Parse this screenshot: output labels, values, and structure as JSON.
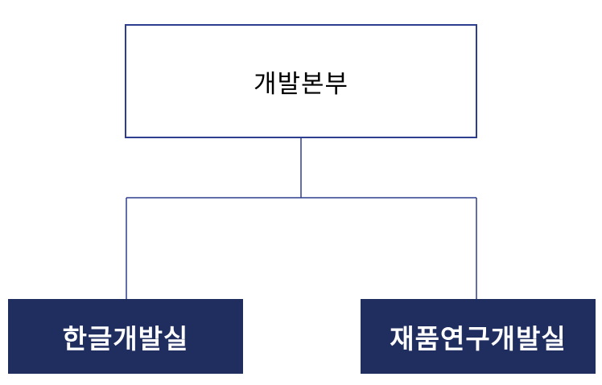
{
  "diagram": {
    "type": "org-chart",
    "root": {
      "label": "개발본부"
    },
    "children": [
      {
        "label": "한글개발실"
      },
      {
        "label": "재품연구개발실"
      }
    ],
    "colors": {
      "node_fill": "#1f2d5f",
      "node_border": "#2e3e8e",
      "line": "#2e3e8e",
      "root_text": "#000000",
      "child_text": "#ffffff"
    }
  }
}
